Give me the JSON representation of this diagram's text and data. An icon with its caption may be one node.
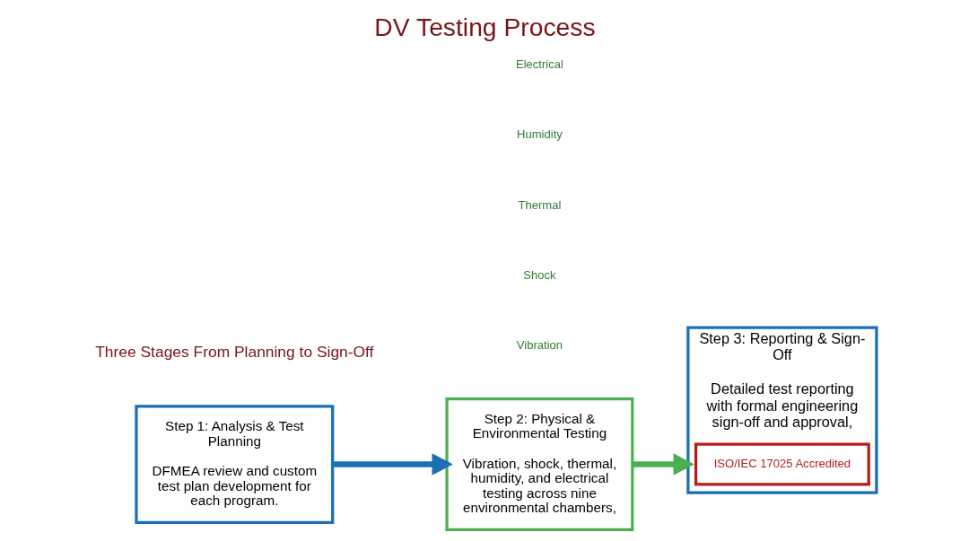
{
  "diagram": {
    "title": "DV Testing Process",
    "nodes": [
      {
        "text": [
          "Step 1: Analysis & Test Planning",
          "DFMEA review and custom test plan development for each program."
        ]
      },
      {
        "text": [
          "Step 2: Physical & Environmental Testing",
          "Vibration, shock, thermal, humidity, and electrical testing across nine environmental chambers,"
        ]
      },
      {
        "text": [
          "Step 3: Reporting & Sign-Off",
          "Detailed test reporting with formal engineering sign-off and approval,"
        ]
      },
      {
        "text": [
          "ISO/IEC 17025 Accredited"
        ],
        "in": 2
      }
    ],
    "edges": [
      {
        "from": 0,
        "to": 1,
        "arrow": "to",
        "color": "#1a6fb5"
      },
      {
        "from": 1,
        "to": 2,
        "arrow": "to",
        "color": "#4caf50"
      }
    ],
    "labels": [
      "Three Stages From Planning to Sign-Off",
      "Vibration",
      "Shock",
      "Thermal",
      "Humidity",
      "Electrical"
    ]
  }
}
